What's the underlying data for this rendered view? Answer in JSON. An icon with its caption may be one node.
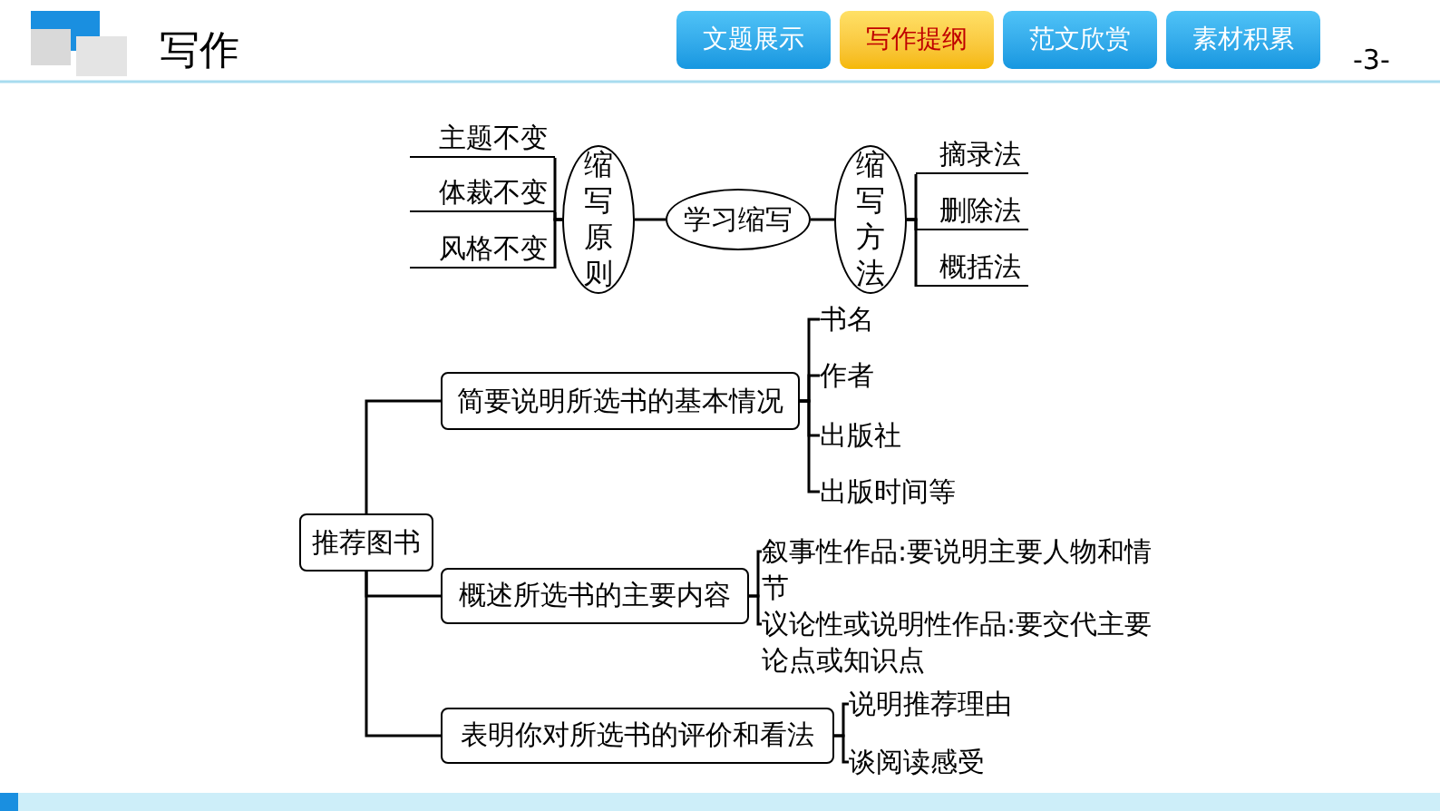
{
  "diagram": {
    "title": "写作",
    "nodes": [
      {
        "text": [
          "主题不变"
        ]
      },
      {
        "text": [
          "体裁不变"
        ]
      },
      {
        "text": [
          "风格不变"
        ]
      },
      {
        "text": [
          "缩写原则"
        ]
      },
      {
        "text": [
          "学习缩写"
        ]
      },
      {
        "text": [
          "缩写方法"
        ]
      },
      {
        "text": [
          "摘录法"
        ]
      },
      {
        "text": [
          "删除法"
        ]
      },
      {
        "text": [
          "概括法"
        ]
      },
      {
        "text": [
          "推荐图书"
        ]
      },
      {
        "text": [
          "简要说明所选书的基本情况"
        ]
      },
      {
        "text": [
          "书名"
        ]
      },
      {
        "text": [
          "作者"
        ]
      },
      {
        "text": [
          "出版社"
        ]
      },
      {
        "text": [
          "出版时间等"
        ]
      },
      {
        "text": [
          "概述所选书的主要内容"
        ]
      },
      {
        "text": [
          "叙事性作品:要说明主要人物和情节"
        ]
      },
      {
        "text": [
          "议论性或说明性作品:要交代主要论点或知识点"
        ]
      },
      {
        "text": [
          "表明你对所选书的评价和看法"
        ]
      },
      {
        "text": [
          "说明推荐理由"
        ]
      },
      {
        "text": [
          "谈阅读感受"
        ]
      }
    ],
    "edges": [
      {
        "from": 3,
        "to": 0,
        "arrow": "none"
      },
      {
        "from": 3,
        "to": 1,
        "arrow": "none"
      },
      {
        "from": 3,
        "to": 2,
        "arrow": "none"
      },
      {
        "from": 4,
        "to": 3,
        "arrow": "none"
      },
      {
        "from": 4,
        "to": 5,
        "arrow": "none"
      },
      {
        "from": 5,
        "to": 6,
        "arrow": "none"
      },
      {
        "from": 5,
        "to": 7,
        "arrow": "none"
      },
      {
        "from": 5,
        "to": 8,
        "arrow": "none"
      },
      {
        "from": 9,
        "to": 10,
        "arrow": "none"
      },
      {
        "from": 9,
        "to": 15,
        "arrow": "none"
      },
      {
        "from": 9,
        "to": 18,
        "arrow": "none"
      },
      {
        "from": 10,
        "to": 11,
        "arrow": "none"
      },
      {
        "from": 10,
        "to": 12,
        "arrow": "none"
      },
      {
        "from": 10,
        "to": 13,
        "arrow": "none"
      },
      {
        "from": 10,
        "to": 14,
        "arrow": "none"
      },
      {
        "from": 15,
        "to": 16,
        "arrow": "none"
      },
      {
        "from": 15,
        "to": 17,
        "arrow": "none"
      },
      {
        "from": 18,
        "to": 19,
        "arrow": "none"
      },
      {
        "from": 18,
        "to": 20,
        "arrow": "none"
      }
    ],
    "labels": [
      "文题展示",
      "写作提纲",
      "范文欣赏",
      "素材积累",
      "-3-"
    ]
  }
}
